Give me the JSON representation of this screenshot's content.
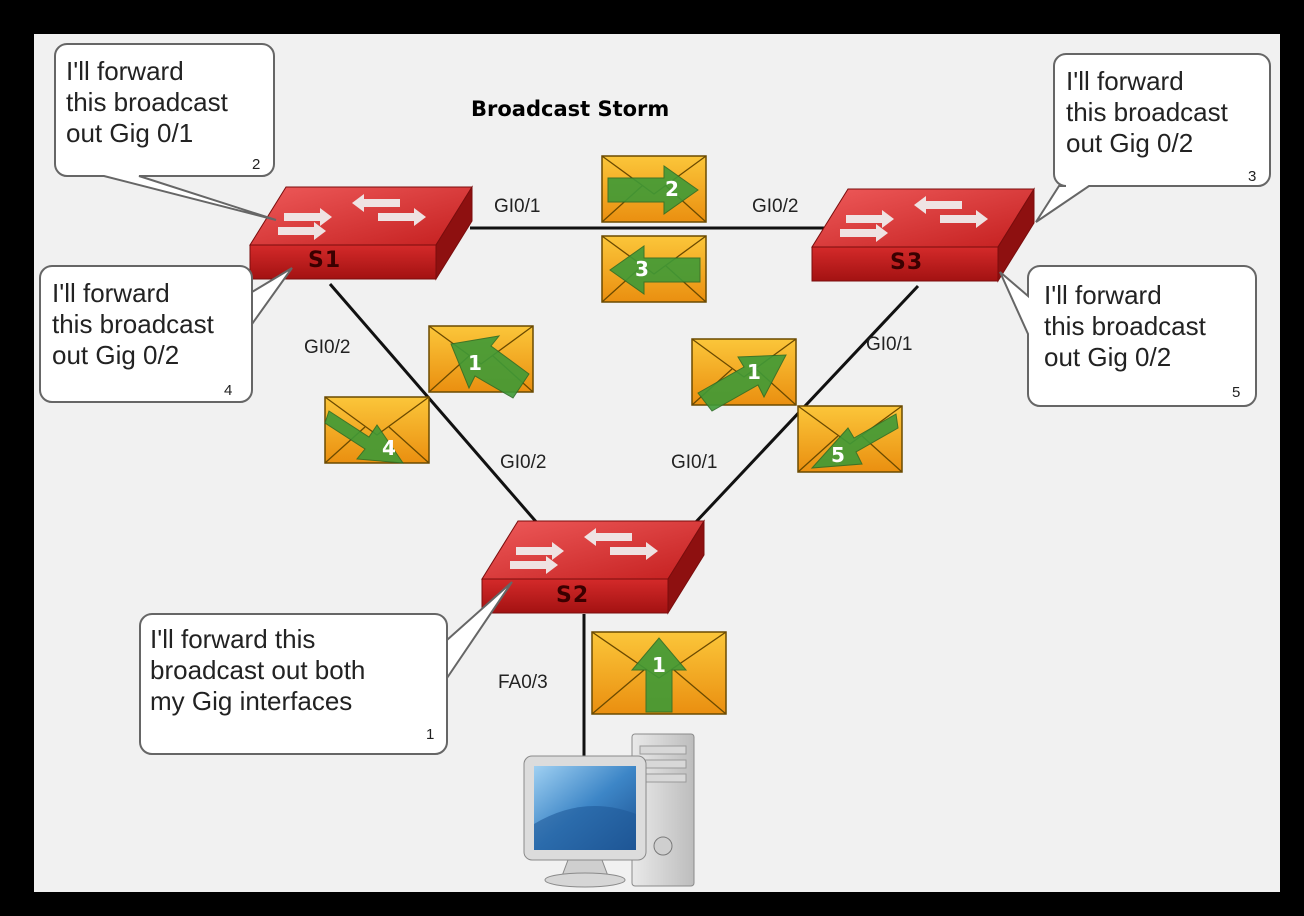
{
  "title": "Broadcast Storm",
  "switches": {
    "s1": "S1",
    "s2": "S2",
    "s3": "S3"
  },
  "ports": {
    "s1_right": "GI0/1",
    "s3_left": "GI0/2",
    "s1_down": "GI0/2",
    "s3_down": "GI0/1",
    "s2_left": "GI0/2",
    "s2_right": "GI0/1",
    "s2_pc": "FA0/3"
  },
  "callouts": {
    "s2": {
      "text": "I'll forward this\nbroadcast out both\nmy Gig interfaces",
      "step": "1"
    },
    "s1_top": {
      "text": "I'll forward\nthis broadcast\nout Gig 0/1",
      "step": "2"
    },
    "s3_top": {
      "text": "I'll forward\nthis broadcast\nout Gig 0/2",
      "step": "3"
    },
    "s1_bottom": {
      "text": "I'll forward\nthis broadcast\nout Gig 0/2",
      "step": "4"
    },
    "s3_bottom": {
      "text": "I'll forward\nthis broadcast\nout Gig 0/2",
      "step": "5"
    }
  },
  "envelopes": {
    "top_right": "2",
    "top_left": "3",
    "left_up": "1",
    "left_down": "4",
    "right_up": "1",
    "right_down": "5",
    "pc_up": "1"
  },
  "colors": {
    "switch_red": "#d52b2b",
    "envelope_orange": "#f2a416",
    "arrow_green": "#3f9a37",
    "background": "#f1f1f1"
  }
}
